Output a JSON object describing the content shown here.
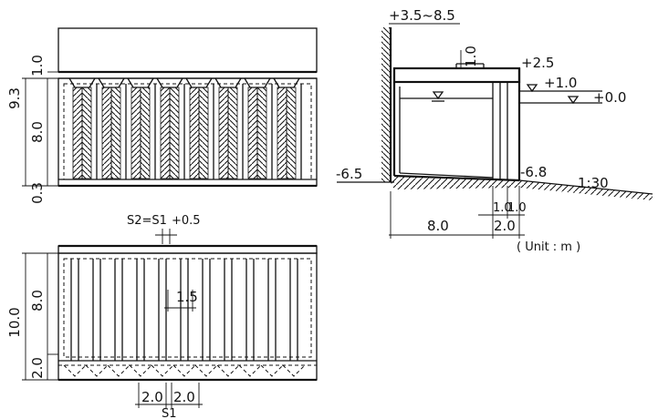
{
  "front_view": {
    "dim_top": "1.0",
    "dim_total": "9.3",
    "dim_mid": "8.0",
    "dim_bottom": "0.3"
  },
  "plan_view": {
    "label_s2_s1": "S2=S1",
    "label_plus": "+0.5",
    "dim_total": "10.0",
    "dim_mid": "8.0",
    "dim_bottom": "2.0",
    "dim_inner": "1.5",
    "dim_a": "2.0",
    "dim_b": "2.0",
    "label_s1": "S1"
  },
  "section_view": {
    "level_top": "+3.5~8.5",
    "dim_slab": "1.0",
    "level_a": "+2.5",
    "level_b": "+1.0",
    "level_c": "+0.0",
    "level_left": "-6.5",
    "level_right": "-6.8",
    "slope": "1:30",
    "dim_w1": "1.0",
    "dim_w2": "1.0",
    "dim_w3": "2.0",
    "dim_base": "8.0",
    "unit": "( Unit : m )"
  }
}
